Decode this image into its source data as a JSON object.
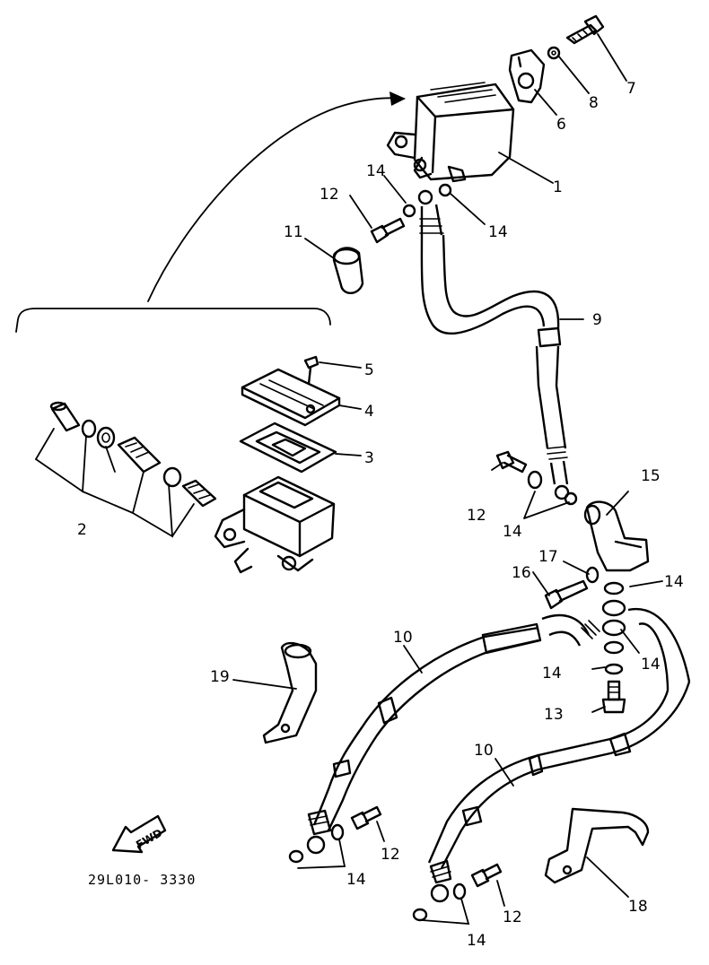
{
  "diagram": {
    "drawing_code": "29L010- 3330",
    "fwd_label": "FWD",
    "callouts": {
      "c1": "1",
      "c2": "2",
      "c3": "3",
      "c4": "4",
      "c5": "5",
      "c6": "6",
      "c7": "7",
      "c8": "8",
      "c9": "9",
      "c10a": "10",
      "c10b": "10",
      "c11": "11",
      "c12a": "12",
      "c12b": "12",
      "c12c": "12",
      "c12d": "12",
      "c13": "13",
      "c14a": "14",
      "c14b": "14",
      "c14c": "14",
      "c14d": "14",
      "c14e": "14",
      "c14f": "14",
      "c14g": "14",
      "c14h": "14",
      "c15": "15",
      "c16": "16",
      "c17": "17",
      "c18": "18",
      "c19": "19"
    }
  }
}
